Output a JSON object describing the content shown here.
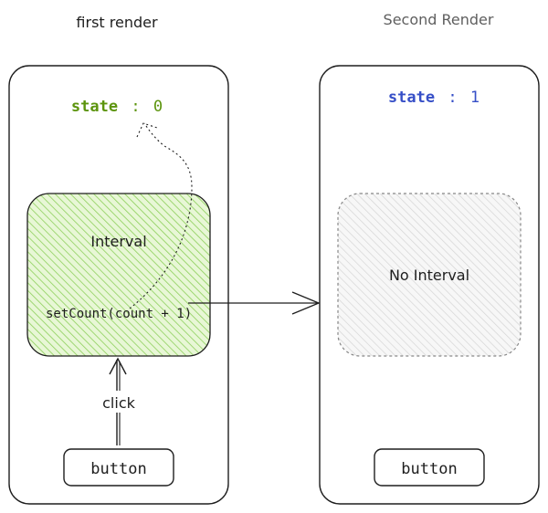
{
  "title_first": "first render",
  "title_second": "Second Render",
  "first_panel": {
    "state_label": "state",
    "state_sep": ":",
    "state_value": "0",
    "state_color": "#5c940d",
    "interval_label": "Interval",
    "interval_fill": "#b2f2bb",
    "call_code": "setCount(count + 1)",
    "click_label": "click",
    "button_label": "button"
  },
  "second_panel": {
    "state_label": "state",
    "state_sep": ":",
    "state_value": "1",
    "state_color": "#364fc7",
    "no_interval_label": "No Interval",
    "button_label": "button"
  }
}
